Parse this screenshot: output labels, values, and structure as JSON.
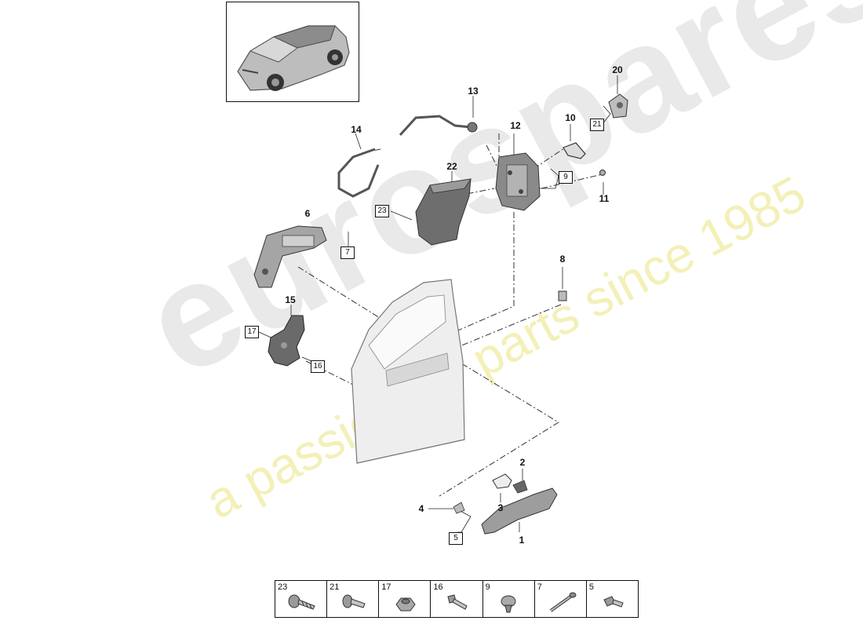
{
  "watermark": {
    "brand": "eurospares",
    "tagline": "a passion for parts since 1985"
  },
  "callouts": {
    "c1": "1",
    "c2": "2",
    "c3": "3",
    "c4": "4",
    "c6": "6",
    "c8": "8",
    "c10": "10",
    "c11": "11",
    "c12": "12",
    "c13": "13",
    "c14": "14",
    "c15": "15",
    "c20": "20",
    "c22": "22"
  },
  "boxed": {
    "b5": "5",
    "b7": "7",
    "b9": "9",
    "b16": "16",
    "b17": "17",
    "b21": "21",
    "b23": "23"
  },
  "legend": [
    {
      "num": "23",
      "icon": "screw-icon"
    },
    {
      "num": "21",
      "icon": "bolt-icon"
    },
    {
      "num": "17",
      "icon": "nut-icon"
    },
    {
      "num": "16",
      "icon": "bolt-icon"
    },
    {
      "num": "9",
      "icon": "clip-icon"
    },
    {
      "num": "7",
      "icon": "long-screw-icon"
    },
    {
      "num": "5",
      "icon": "bolt-icon"
    }
  ]
}
